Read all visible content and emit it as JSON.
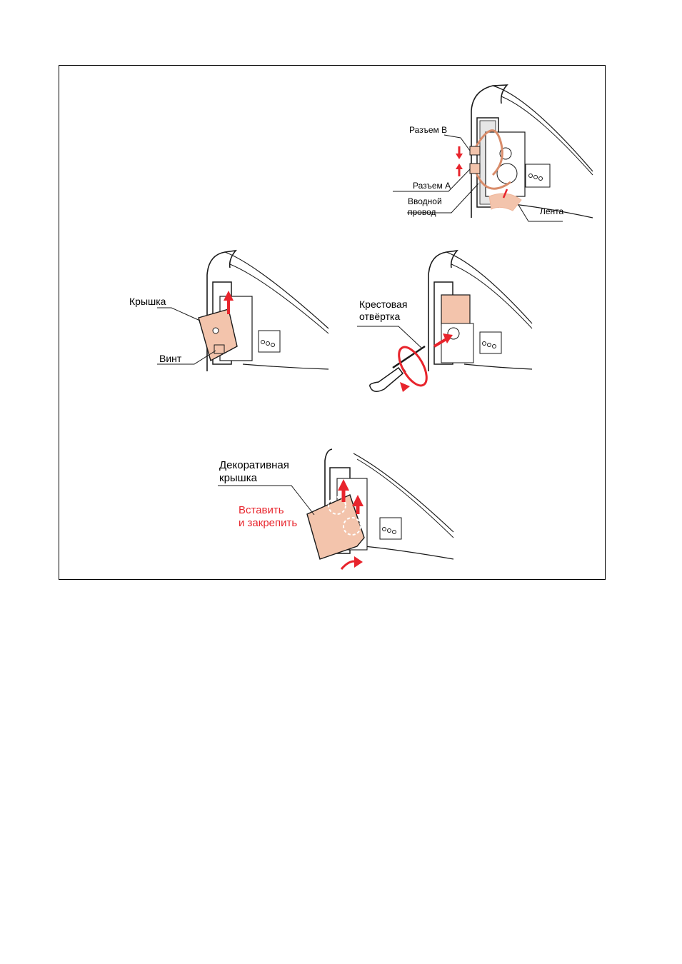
{
  "figure1": {
    "connector_b": "Разъем B",
    "connector_a": "Разъем A",
    "lead_wire_line1": "Вводной",
    "lead_wire_line2": "провод",
    "tape": "Лента"
  },
  "figure2": {
    "cover": "Крышка",
    "screw": "Винт"
  },
  "figure3": {
    "screwdriver_line1": "Крестовая",
    "screwdriver_line2": "отвёртка"
  },
  "figure4": {
    "decorative_cover_line1": "Декоративная",
    "decorative_cover_line2": "крышка",
    "instruction_line1": "Вставить",
    "instruction_line2": "и закрепить"
  },
  "colors": {
    "part_fill": "#f3c4ac",
    "arrow_red": "#e8242c",
    "outline": "#1a1a1a"
  }
}
